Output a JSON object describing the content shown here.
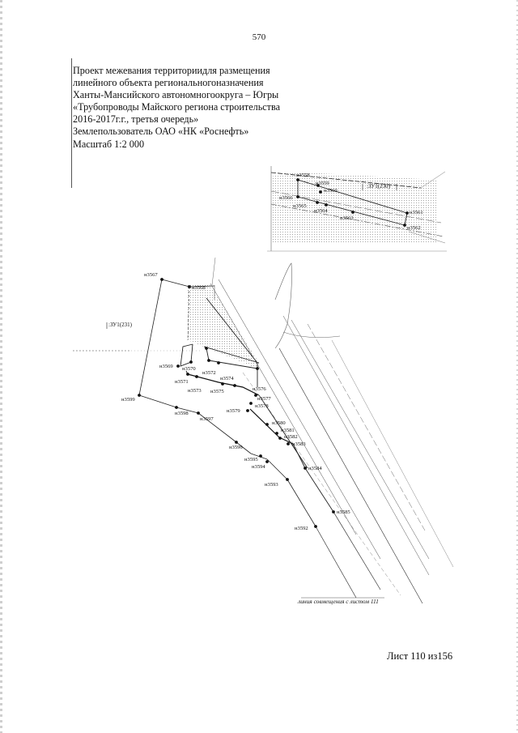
{
  "page": {
    "number": "570"
  },
  "header": {
    "lines": [
      "Проект межевания территориидля размещения",
      "линейного объекта региональногоназначения",
      "Ханты-Мансийского автономногоокруга – Югры",
      "«Трубопроводы Майского региона строительства",
      "2016-2017г.г., третья очередь»",
      "Землепользователь ОАО «НК «Роснефть»",
      "Масштаб 1:2 000"
    ]
  },
  "inset": {
    "zone_label": ":ЗУ1(230)",
    "points": [
      "н3558",
      "н3559",
      "н3560",
      "н3566",
      "н3565",
      "н3564",
      "н3563",
      "н3561",
      "н3562"
    ]
  },
  "main_map": {
    "zone_label": ":ЗУ1(231)",
    "combine_line_label": "линия совмещения с листом 111",
    "points": [
      "н3567",
      "н3568",
      "н3569",
      "н3570",
      "н3571",
      "н3572",
      "н3573",
      "н3574",
      "н3575",
      "н3576",
      "н3577",
      "н3578",
      "н3579",
      "н3580",
      "н3581",
      "н3582",
      "н3583",
      "н3584",
      "н3585",
      "н3592",
      "н3593",
      "н3594",
      "н3595",
      "н3596",
      "н3597",
      "н3598",
      "н3599"
    ]
  },
  "footer": {
    "sheet": "Лист 110 из156"
  }
}
